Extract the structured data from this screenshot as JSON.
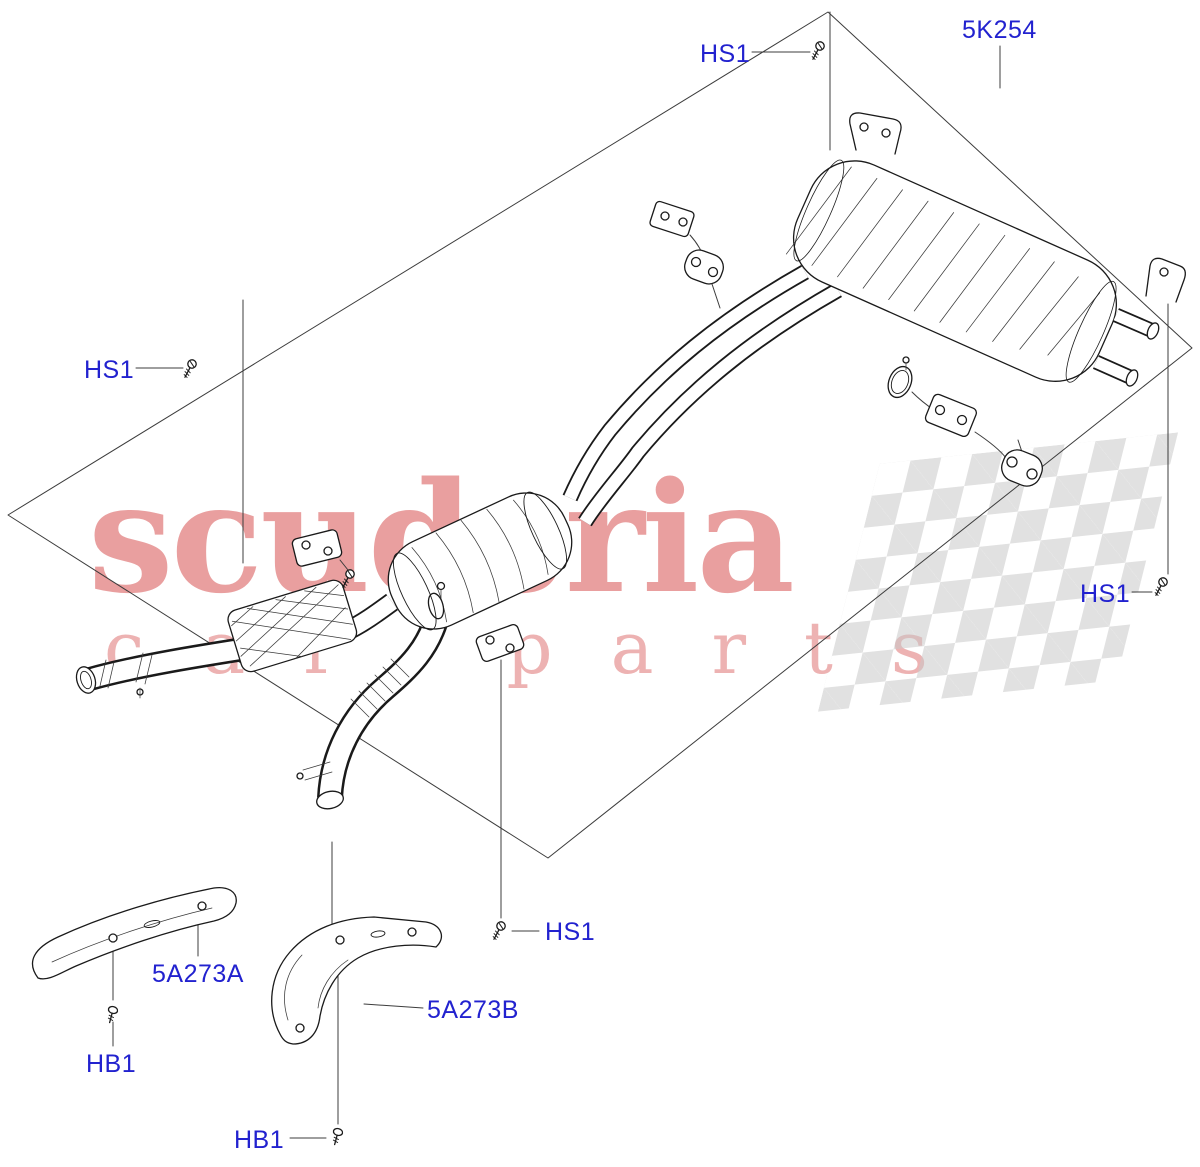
{
  "diagram": {
    "labels": [
      {
        "id": "hs1-top",
        "text": "HS1"
      },
      {
        "id": "5k254",
        "text": "5K254"
      },
      {
        "id": "hs1-left",
        "text": "HS1"
      },
      {
        "id": "hs1-right",
        "text": "HS1"
      },
      {
        "id": "hs1-center",
        "text": "HS1"
      },
      {
        "id": "5a273a",
        "text": "5A273A"
      },
      {
        "id": "5a273b",
        "text": "5A273B"
      },
      {
        "id": "hb1-left",
        "text": "HB1"
      },
      {
        "id": "hb1-bottom",
        "text": "HB1"
      }
    ],
    "colors": {
      "label": "#2222cf",
      "line": "#1a1a1a",
      "watermark_red": "#d34040",
      "checker_gray": "#c9c9c9",
      "background": "#ffffff"
    }
  },
  "watermark": {
    "title": "scuderia",
    "subtitle": "car parts"
  }
}
